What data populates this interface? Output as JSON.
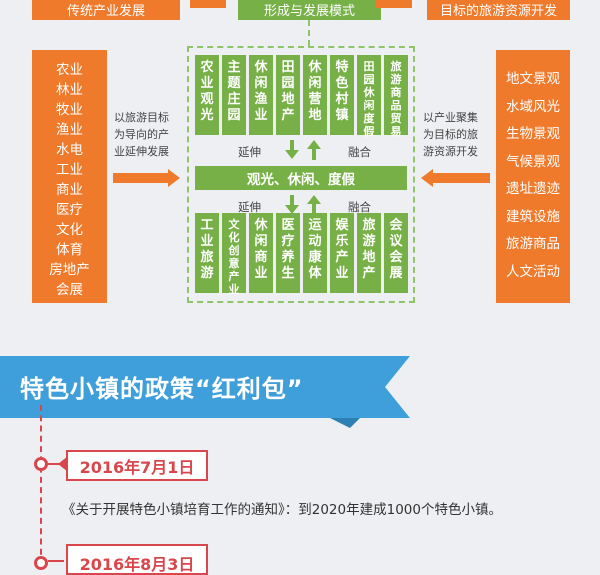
{
  "top": {
    "left_label": "传统产业发展",
    "center_label": "形成与发展模式",
    "right_label": "目标的旅游资源开发"
  },
  "left_box": {
    "items": [
      "农业",
      "林业",
      "牧业",
      "渔业",
      "水电",
      "工业",
      "商业",
      "医疗",
      "文化",
      "体育",
      "房地产",
      "会展"
    ]
  },
  "right_box": {
    "items": [
      "地文景观",
      "水域风光",
      "生物景观",
      "气候景观",
      "遗址遗迹",
      "建筑设施",
      "旅游商品",
      "人文活动"
    ]
  },
  "left_note": [
    "以旅游目标",
    "为导向的产",
    "业延伸发展"
  ],
  "right_note": [
    "以产业聚集",
    "为目标的旅",
    "游资源开发"
  ],
  "center": {
    "top_columns": [
      "农业观光",
      "主题庄园",
      "休闲渔业",
      "田园地产",
      "休闲营地",
      "特色村镇",
      "田园休闲度假",
      "旅游商品贸易"
    ],
    "bottom_columns": [
      "工业旅游",
      "文化创意产业",
      "休闲商业",
      "医疗养生",
      "运动康体",
      "娱乐产业",
      "旅游地产",
      "会议会展"
    ],
    "band_label": "观光、休闲、度假",
    "extend_label": "延伸",
    "merge_label": "融合"
  },
  "policy": {
    "title": "特色小镇的政策“红利包”"
  },
  "timeline": [
    {
      "date": "2016年7月1日",
      "text": "《关于开展特色小镇培育工作的通知》：到2020年建成1000个特色小镇。"
    },
    {
      "date": "2016年8月3日",
      "text": ""
    }
  ],
  "colors": {
    "orange": "#f07a2c",
    "green": "#76b047",
    "dashed_green": "#8fc567",
    "ribbon_blue": "#3f9fda",
    "timeline_red": "#d9474d",
    "background": "#eeeff3"
  }
}
